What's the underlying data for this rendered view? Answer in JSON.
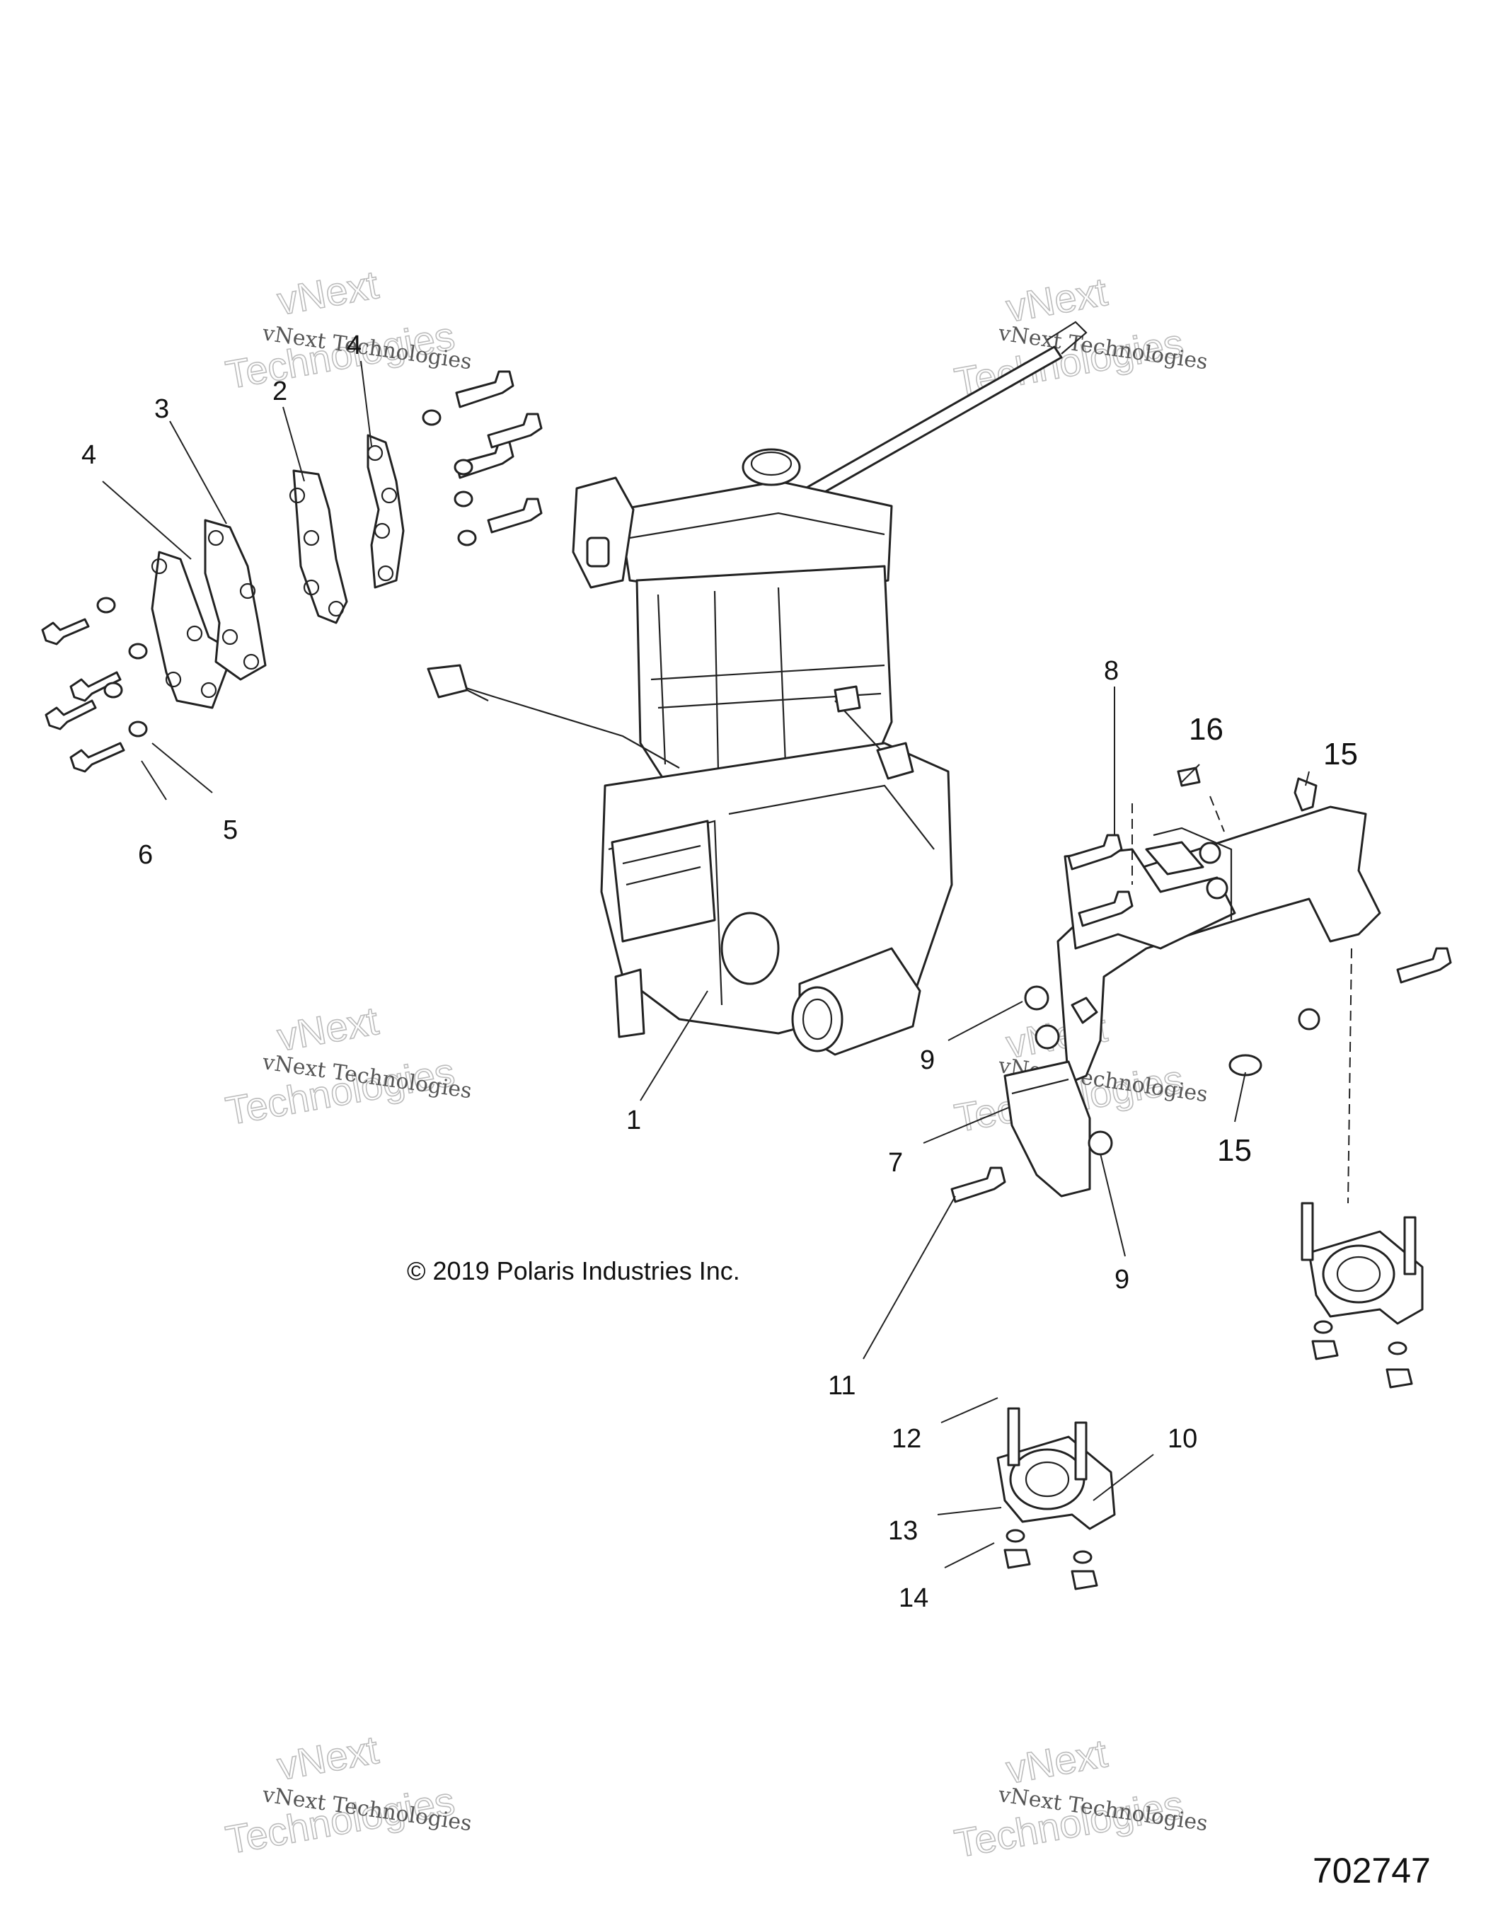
{
  "diagram": {
    "copyright": "© 2019 Polaris Industries Inc.",
    "reference_number": "702747",
    "watermark_line1": "vNext Technologies",
    "watermark_line2": "vNext",
    "watermark_line3": "Technologies",
    "callouts": [
      "1",
      "2",
      "3",
      "4",
      "4",
      "5",
      "6",
      "7",
      "8",
      "9",
      "9",
      "10",
      "11",
      "12",
      "13",
      "14",
      "15",
      "15",
      "16"
    ]
  },
  "colors": {
    "line": "#222222",
    "watermark": "#bcbcbc",
    "background": "#ffffff"
  }
}
